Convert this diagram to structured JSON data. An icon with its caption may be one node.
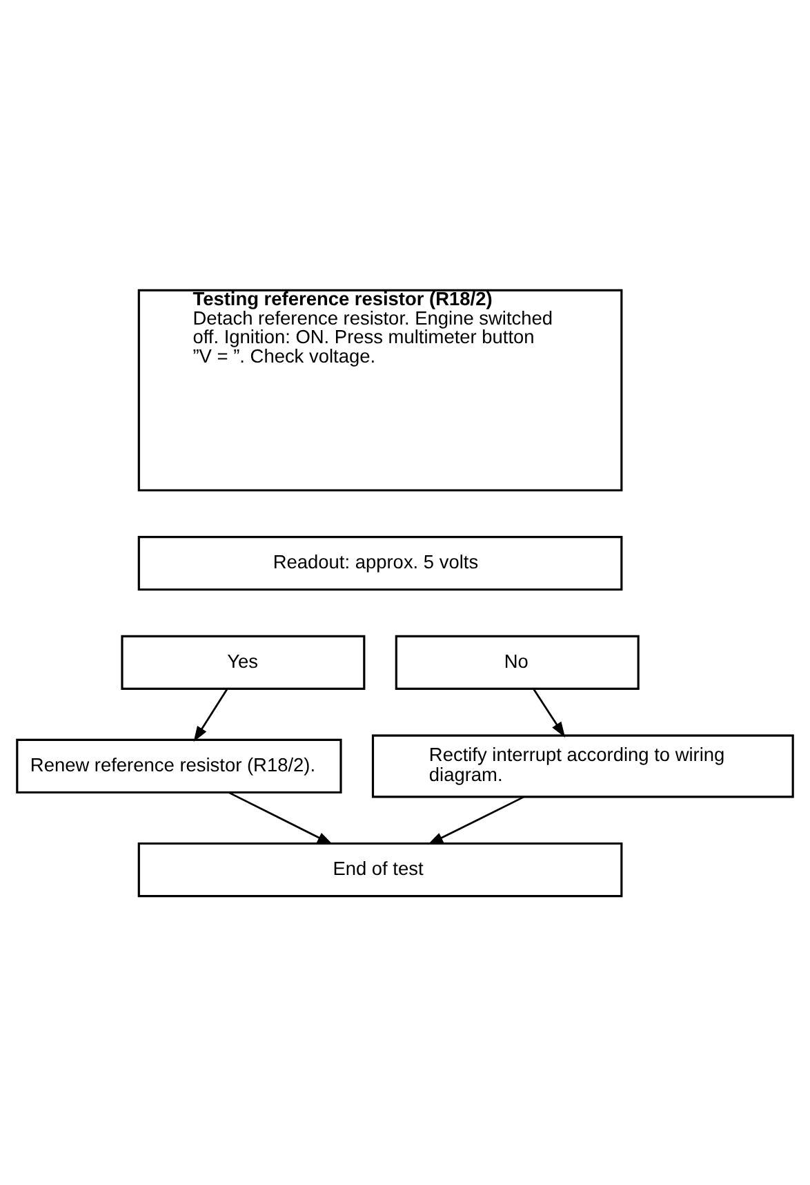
{
  "diagram": {
    "nodes": [
      {
        "text": [
          "Testing reference resistor (R18/2)",
          "Detach reference resistor. Engine switched off. Ignition: ON. Press multimeter button ”V = ”. Check voltage."
        ]
      },
      {
        "text": [
          "Readout: approx. 5 volts"
        ]
      },
      {
        "text": [
          "Yes"
        ]
      },
      {
        "text": [
          "No"
        ]
      },
      {
        "text": [
          "Rectify interrupt according to wiring diagram."
        ]
      },
      {
        "text": [
          "Renew reference resistor (R18/2)."
        ]
      },
      {
        "text": [
          "End of test"
        ]
      }
    ],
    "edges": [
      {
        "from": 3,
        "to": 4,
        "arrow": "to"
      },
      {
        "from": 2,
        "to": 5,
        "arrow": "to"
      },
      {
        "from": 5,
        "to": 6,
        "arrow": "to"
      },
      {
        "from": 4,
        "to": 6,
        "arrow": "to"
      }
    ]
  }
}
